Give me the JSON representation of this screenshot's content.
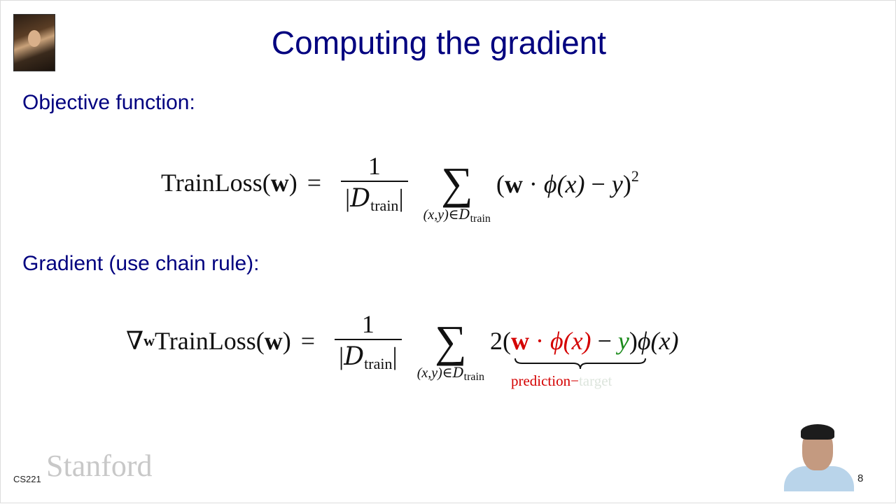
{
  "slide": {
    "title": "Computing the gradient",
    "heading_objective": "Objective function:",
    "heading_gradient": "Gradient (use chain rule):",
    "course": "CS221",
    "logo": "Stanford",
    "page_number": "8"
  },
  "objective": {
    "lhs": "TrainLoss",
    "w": "w",
    "lparen": "(",
    "rparen": ")",
    "equals": "=",
    "numerator": "1",
    "D": "D",
    "train": "train",
    "sum": "∑",
    "sum_limit_pre": "(x,y)∈",
    "body_open": "(",
    "dot": " · ",
    "phi": "ϕ",
    "x": "(x)",
    "minus": " − ",
    "y": "y",
    "body_close": ")",
    "power": "2"
  },
  "gradient": {
    "nabla": "∇",
    "sub_w": "w",
    "lhs": "TrainLoss",
    "two": "2(",
    "close": ")",
    "phi_x": "ϕ(x)",
    "label_prediction": "prediction",
    "label_minus": "−",
    "label_target": "target"
  },
  "colors": {
    "title": "#00007f",
    "prediction": "#d40000",
    "target": "#1a8a1a"
  }
}
